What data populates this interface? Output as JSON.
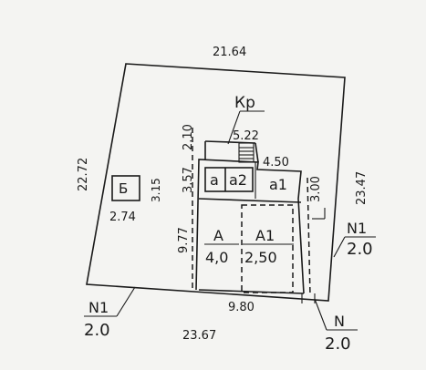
{
  "plot": {
    "dim_top": "21.64",
    "dim_left": "22.72",
    "dim_right": "23.47",
    "dim_bottom": "23.67"
  },
  "outbuilding": {
    "label": "Б",
    "dim_w": "2.74",
    "dim_h": "3.15"
  },
  "house": {
    "kp_label": "Кр",
    "dim_top": "5.22",
    "dim_left_top": "2.10",
    "dim_left_mid": "3.57",
    "dim_left_low": "9.77",
    "dim_a1_w": "4.50",
    "dim_a1_h": "3.00",
    "dim_bottom": "9.80",
    "rooms": [
      {
        "code": "a",
        "label": "a"
      },
      {
        "code": "a2",
        "label": "a2"
      },
      {
        "code": "a1",
        "label": "a1"
      },
      {
        "code": "A",
        "label": "A",
        "height": "4,0"
      },
      {
        "code": "A1",
        "label": "A1",
        "height": "2,50"
      }
    ]
  },
  "neighbours": [
    {
      "label": "N1",
      "value": "2.0"
    },
    {
      "label": "N1",
      "value": "2.0"
    },
    {
      "label": "N",
      "value": "2.0"
    }
  ]
}
